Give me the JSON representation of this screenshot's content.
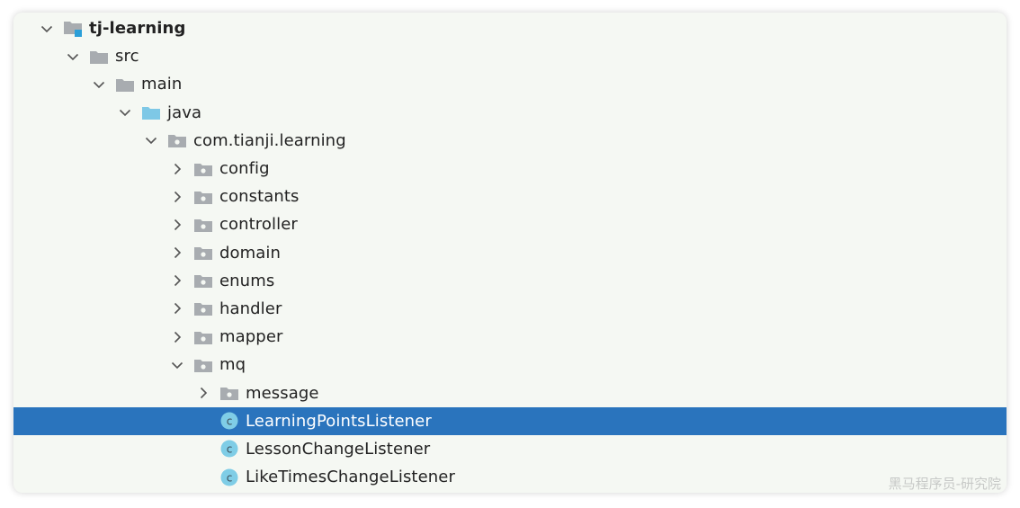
{
  "tree": [
    {
      "label": "tj-learning",
      "depth": 0,
      "chevron": "down",
      "icon": "module-folder-icon",
      "bold": true
    },
    {
      "label": "src",
      "depth": 1,
      "chevron": "down",
      "icon": "folder-icon"
    },
    {
      "label": "main",
      "depth": 2,
      "chevron": "down",
      "icon": "folder-icon"
    },
    {
      "label": "java",
      "depth": 3,
      "chevron": "down",
      "icon": "source-folder-icon"
    },
    {
      "label": "com.tianji.learning",
      "depth": 4,
      "chevron": "down",
      "icon": "package-icon"
    },
    {
      "label": "config",
      "depth": 5,
      "chevron": "right",
      "icon": "package-icon"
    },
    {
      "label": "constants",
      "depth": 5,
      "chevron": "right",
      "icon": "package-icon"
    },
    {
      "label": "controller",
      "depth": 5,
      "chevron": "right",
      "icon": "package-icon"
    },
    {
      "label": "domain",
      "depth": 5,
      "chevron": "right",
      "icon": "package-icon"
    },
    {
      "label": "enums",
      "depth": 5,
      "chevron": "right",
      "icon": "package-icon"
    },
    {
      "label": "handler",
      "depth": 5,
      "chevron": "right",
      "icon": "package-icon"
    },
    {
      "label": "mapper",
      "depth": 5,
      "chevron": "right",
      "icon": "package-icon"
    },
    {
      "label": "mq",
      "depth": 5,
      "chevron": "down",
      "icon": "package-icon"
    },
    {
      "label": "message",
      "depth": 6,
      "chevron": "right",
      "icon": "package-icon"
    },
    {
      "label": "LearningPointsListener",
      "depth": 6,
      "chevron": "none",
      "icon": "class-icon",
      "selected": true
    },
    {
      "label": "LessonChangeListener",
      "depth": 6,
      "chevron": "none",
      "icon": "class-icon"
    },
    {
      "label": "LikeTimesChangeListener",
      "depth": 6,
      "chevron": "none",
      "icon": "class-icon"
    }
  ],
  "watermark": "黑马程序员-研究院",
  "colors": {
    "background": "#f5f8f3",
    "selection": "#2a74bd",
    "folder": "#a8acb0",
    "source_folder": "#7ec8e6",
    "module_badge": "#2b9fd8",
    "class_icon": "#7fcde6"
  }
}
